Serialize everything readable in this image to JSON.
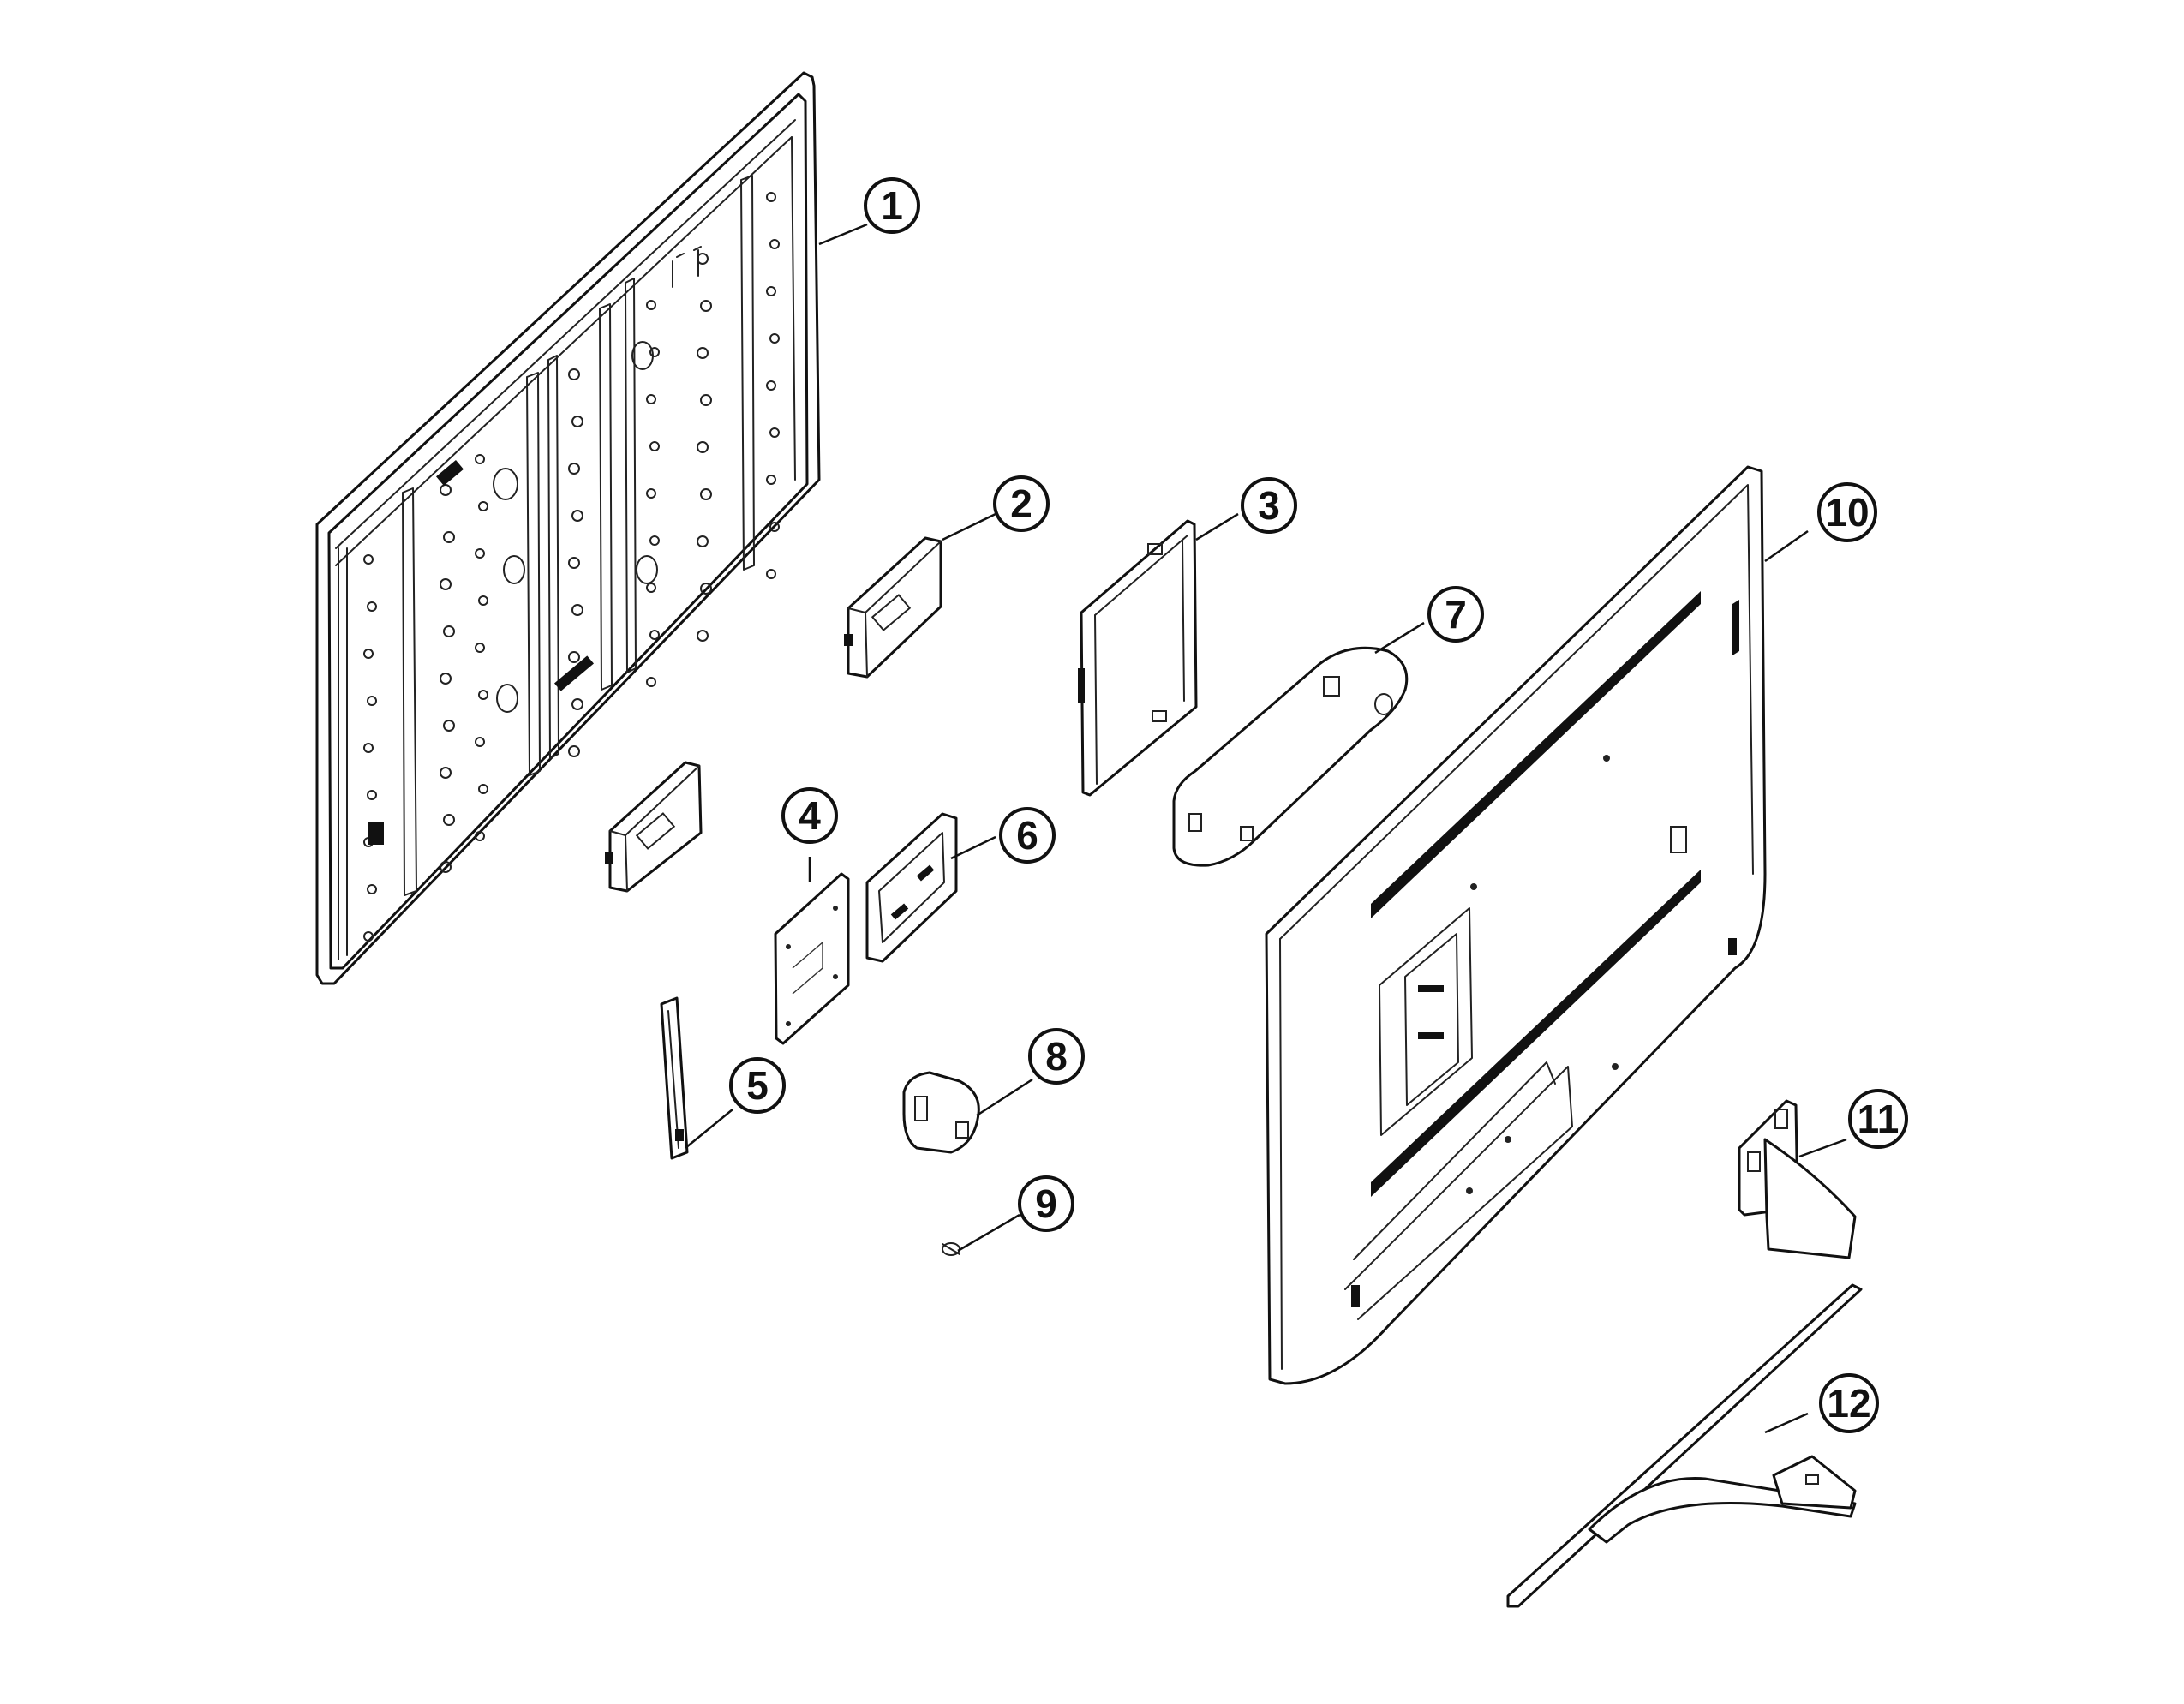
{
  "callouts": [
    {
      "id": "1",
      "label": "1"
    },
    {
      "id": "2",
      "label": "2"
    },
    {
      "id": "3",
      "label": "3"
    },
    {
      "id": "4",
      "label": "4"
    },
    {
      "id": "5",
      "label": "5"
    },
    {
      "id": "6",
      "label": "6"
    },
    {
      "id": "7",
      "label": "7"
    },
    {
      "id": "8",
      "label": "8"
    },
    {
      "id": "9",
      "label": "9"
    },
    {
      "id": "10",
      "label": "10"
    },
    {
      "id": "11",
      "label": "11"
    },
    {
      "id": "12",
      "label": "12"
    }
  ],
  "colors": {
    "ink": "#111111",
    "paper": "#ffffff"
  }
}
